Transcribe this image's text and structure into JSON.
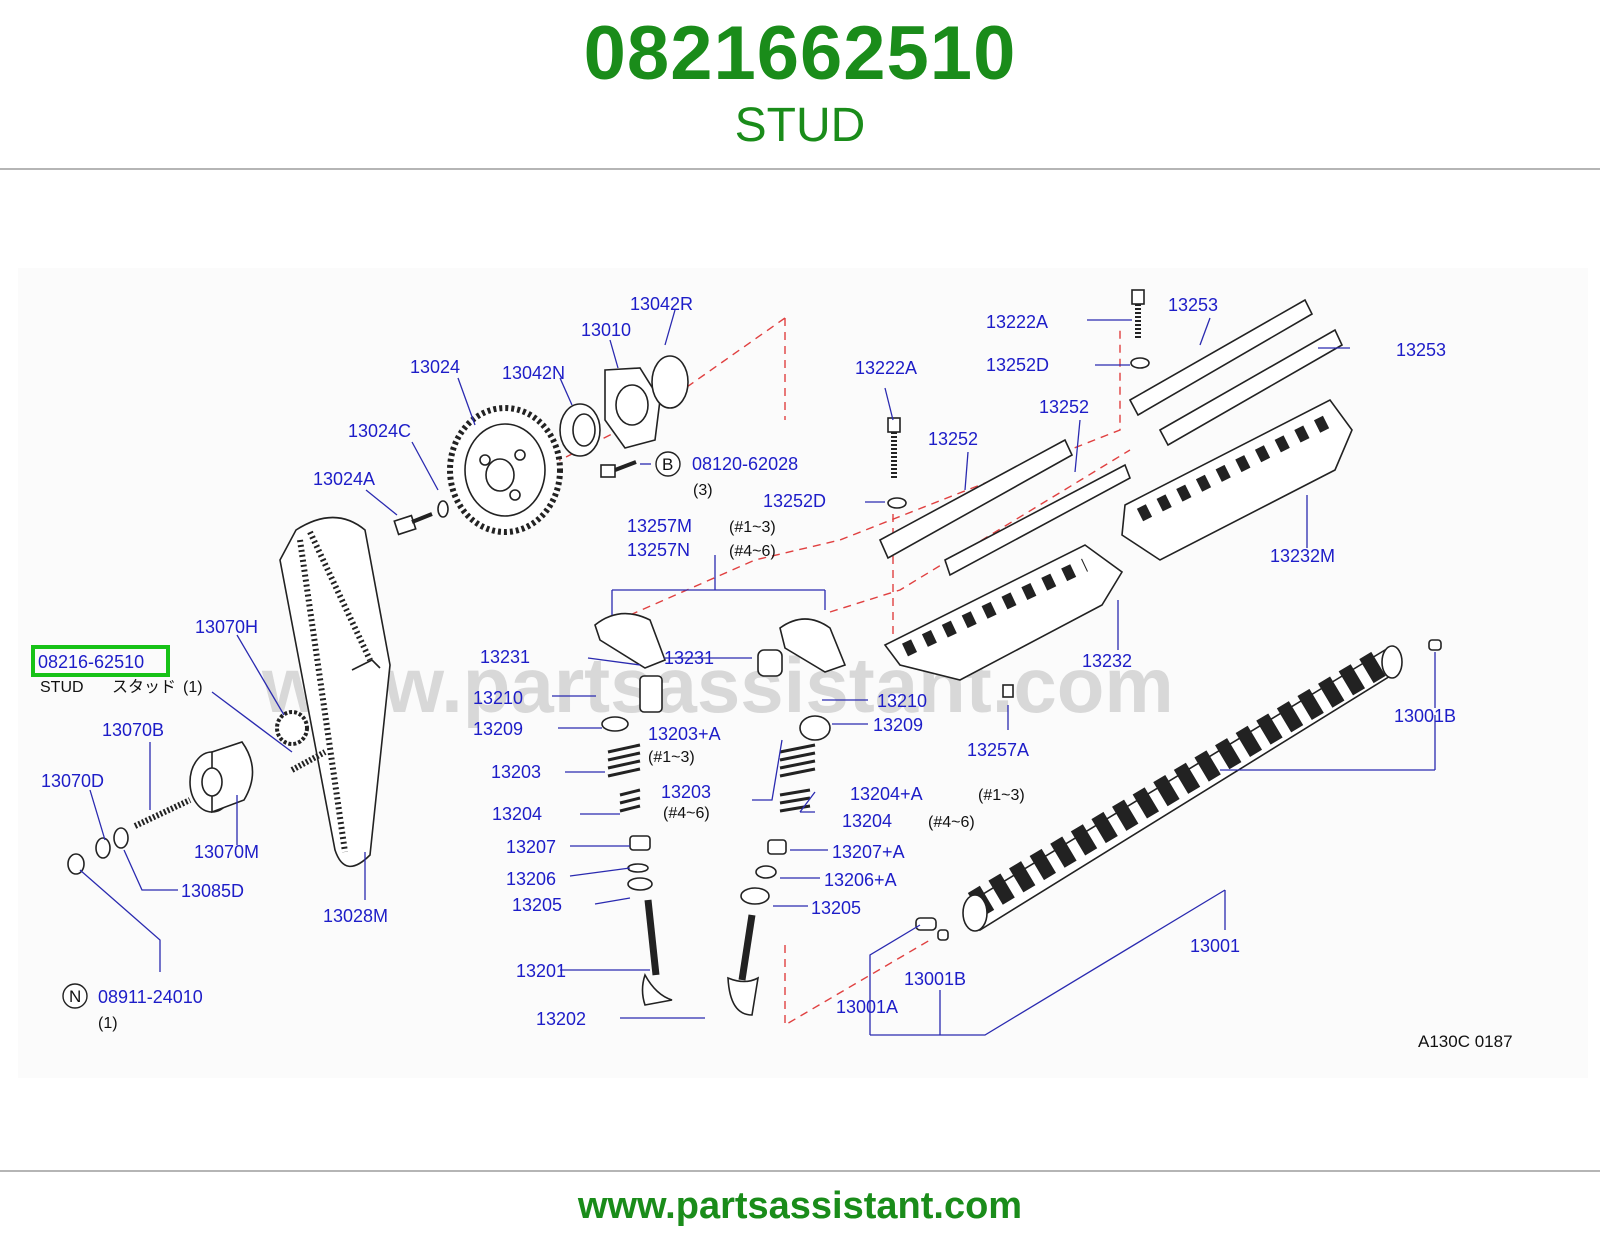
{
  "header": {
    "part_number": "0821662510",
    "part_name": "STUD"
  },
  "footer": {
    "url": "www.partsassistant.com"
  },
  "colors": {
    "brand_green": "#1a8c1a",
    "label_blue": "#1d1dc8",
    "highlight_green": "#17c217",
    "dash_red": "#e04040"
  },
  "diagram": {
    "watermark": "www.partsassistant.com",
    "code": "A130C   0187",
    "highlight": {
      "part": "08216-62510",
      "name": "STUD",
      "jp_name": "スタッド",
      "qty": "(1)"
    },
    "circle_b": {
      "letter": "B",
      "part": "08120-62028",
      "qty": "(3)"
    },
    "circle_n": {
      "letter": "N",
      "part": "08911-24010",
      "qty": "(1)"
    },
    "labels": {
      "l13042R": "13042R",
      "l13010": "13010",
      "l13024": "13024",
      "l13042N": "13042N",
      "l13024C": "13024C",
      "l13024A": "13024A",
      "l13257M": "13257M",
      "l13257N": "13257N",
      "cyl13": "(#1~3)",
      "cyl46": "(#4~6)",
      "l13070H": "13070H",
      "l13070B": "13070B",
      "l13070D": "13070D",
      "l13070M": "13070M",
      "l13085D": "13085D",
      "l13028M": "13028M",
      "l13231a": "13231",
      "l13231b": "13231",
      "l13210a": "13210",
      "l13210b": "13210",
      "l13209a": "13209",
      "l13209b": "13209",
      "l13203A": "13203+A",
      "l13203A_cyl": "(#1~3)",
      "l13203a": "13203",
      "l13203b": "13203",
      "l13203b_cyl": "(#4~6)",
      "l13204a": "13204",
      "l13204A": "13204+A",
      "l13204A_cyl": "(#1~3)",
      "l13204b": "13204",
      "l13204b_cyl": "(#4~6)",
      "l13207": "13207",
      "l13207A": "13207+A",
      "l13206": "13206",
      "l13206A": "13206+A",
      "l13205a": "13205",
      "l13205b": "13205",
      "l13201": "13201",
      "l13202": "13202",
      "l13222Aa": "13222A",
      "l13222Ab": "13222A",
      "l13253a": "13253",
      "l13253b": "13253",
      "l13252Da": "13252D",
      "l13252Db": "13252D",
      "l13252a": "13252",
      "l13252b": "13252",
      "l13232M": "13232M",
      "l13232": "13232",
      "l13257A": "13257A",
      "l13001Ba": "13001B",
      "l13001Bb": "13001B",
      "l13001": "13001",
      "l13001A": "13001A"
    }
  }
}
